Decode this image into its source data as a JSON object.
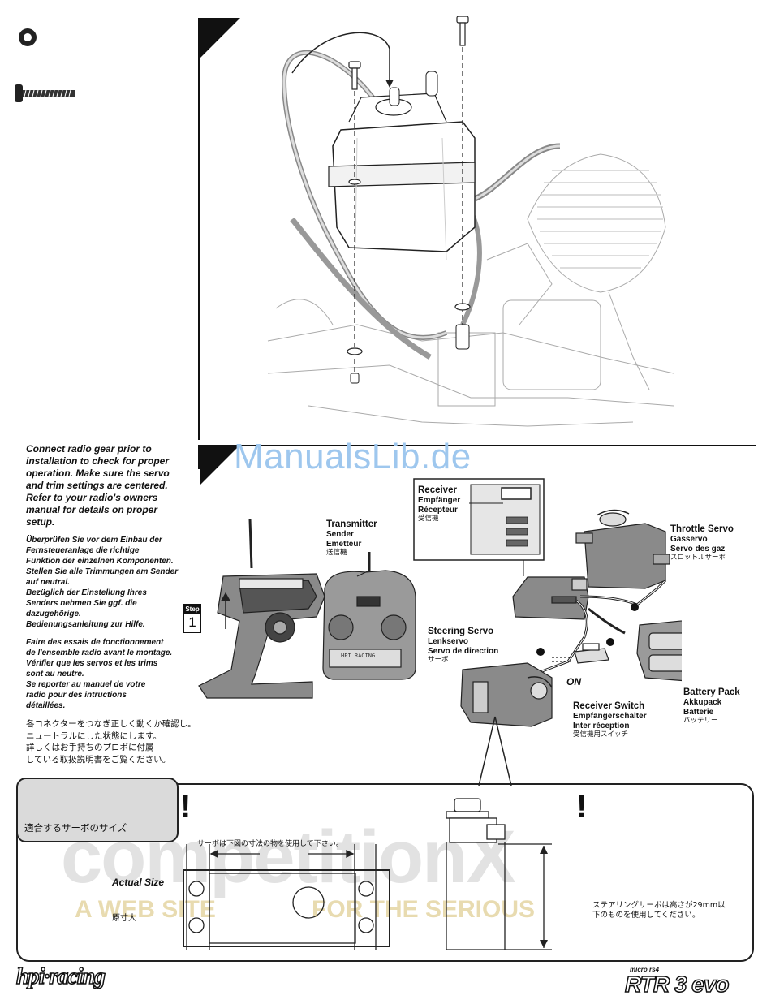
{
  "watermark_top": "ManualsLib.de",
  "watermark_bottom": {
    "big": "competitionX",
    "tagline_left": "A WEB SITE",
    "tagline_right": "FOR THE SERIOUS"
  },
  "instructions": {
    "en": [
      "Connect radio gear prior to",
      "installation to check for proper",
      "operation.  Make sure the servo",
      "and trim settings are centered.",
      "Refer to your radio's owners",
      "manual for details on proper",
      "setup."
    ],
    "de": [
      "Überprüfen Sie vor dem Einbau der",
      "Fernsteueranlage die richtige",
      "Funktion der einzelnen Komponenten.",
      "Stellen Sie alle Trimmungen am Sender",
      "auf neutral.",
      "Bezüglich der Einstellung Ihres",
      "Senders nehmen Sie ggf. die",
      "dazugehörige.",
      "Bedienungsanleitung zur Hilfe."
    ],
    "fr": [
      "Faire des essais de fonctionnement",
      "de l'ensemble radio avant le montage.",
      "Vérifier que les servos et les trims",
      "sont au neutre.",
      "Se reporter au manuel de votre",
      "radio pour des intructions",
      "détaillées."
    ],
    "jp": [
      "各コネクターをつなぎ正しく動くか確認し。",
      "ニュートラルにした状態にします。",
      "詳しくはお手持ちのプロポに付属",
      "している取扱説明書をご覧ください。"
    ]
  },
  "step": {
    "label": "Step",
    "number": "1"
  },
  "transmitter": {
    "en": "Transmitter",
    "de": "Sender",
    "fr": "Emetteur",
    "jp": "送信機",
    "panel_text": "HPI RACING"
  },
  "receiver": {
    "en": "Receiver",
    "de": "Empfänger",
    "fr": "Récepteur",
    "jp": "受信機"
  },
  "throttle_servo": {
    "en": "Throttle Servo",
    "de": "Gasservo",
    "fr": "Servo des gaz",
    "jp": "スロットルサーボ"
  },
  "steering_servo": {
    "en": "Steering Servo",
    "de": "Lenkservo",
    "fr": "Servo de direction",
    "jp": "サーボ"
  },
  "receiver_switch": {
    "en": "Receiver Switch",
    "de": "Empfängerschalter",
    "fr": "Inter réception",
    "jp": "受信機用スイッチ",
    "on_label": "ON"
  },
  "battery_pack": {
    "en": "Battery Pack",
    "de": "Akkupack",
    "fr": "Batterie",
    "jp": "バッテリー"
  },
  "servo_size": {
    "heading_jp": "適合するサーボのサイズ",
    "dimension_note_jp": "サーボは下図の寸法の物を使用して下さい。",
    "actual_size_en": "Actual Size",
    "actual_size_jp": "原寸大",
    "height_note_jp": [
      "ステアリングサーボは高さが29mm以",
      "下のものを使用してください。"
    ]
  },
  "footer": {
    "brand": "hpi·racing",
    "model_small": "micro rs4",
    "model": "RTR 3 evo"
  }
}
